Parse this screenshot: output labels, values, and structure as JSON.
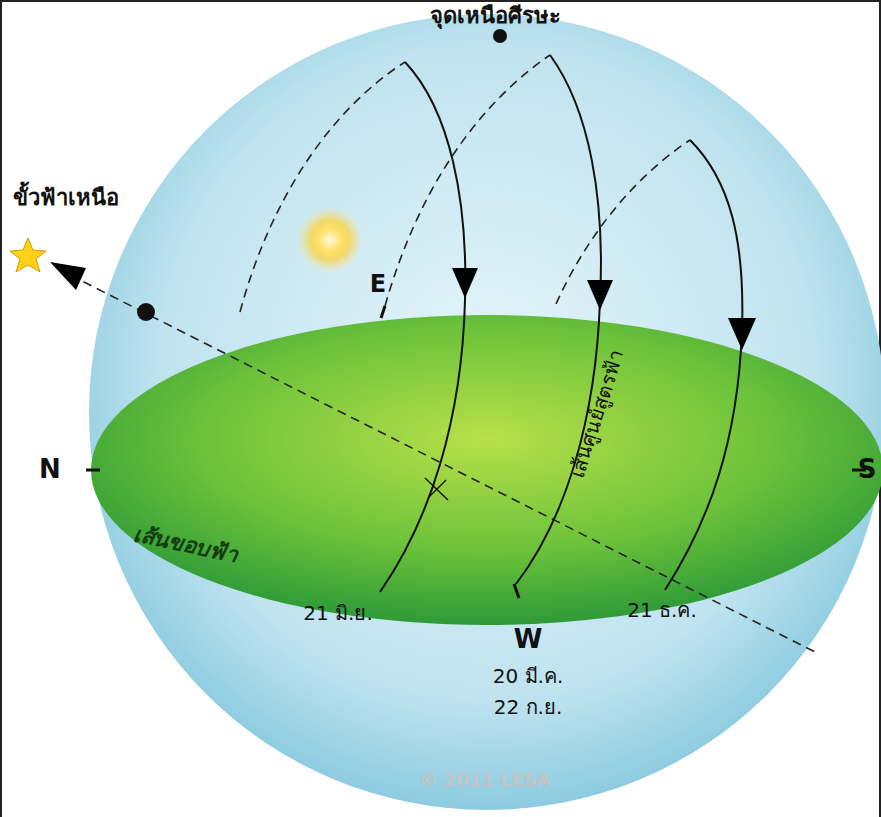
{
  "diagram": {
    "labels": [
      "จุดเหนือศีรษะ",
      "ขั้วฟ้าเหนือ",
      "E",
      "N",
      "S",
      "เส้นขอบฟ้า",
      "เส้นศูนย์สูตรฟ้า",
      "21 มิ.ย.",
      "W",
      "20 มี.ค.",
      "22 ก.ย.",
      "21 ธ.ค.",
      "© 2011 LESA"
    ]
  }
}
